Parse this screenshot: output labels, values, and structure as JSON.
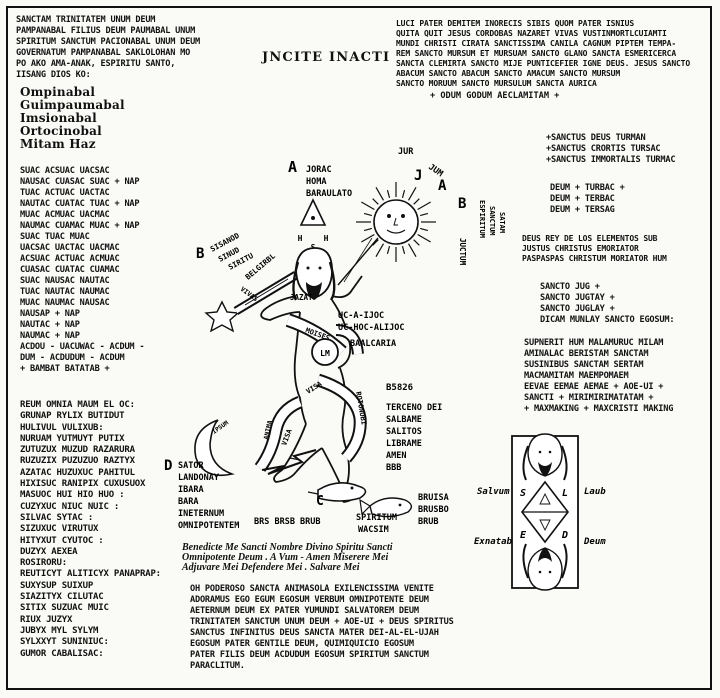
{
  "left_column": {
    "invocation": [
      "SANCTAM TRINITATEM UNUM DEUM",
      "PAMPANABAL FILIUS DEUM PAUMABAL UNUM",
      "SPIRITUM SANCTUM PACIONABAL UNUM DEUM",
      "GOVERNATUM PAMPANABAL SAKLOLOHAN MO",
      "PO AKO AMA-ANAK, ESPIRITU SANTO,",
      "IISANG DIOS KO:"
    ],
    "divine_names": [
      "Ompinabal",
      "Guimpaumabal",
      "Imsionabal",
      "Ortocinobal",
      "Mitam Haz"
    ],
    "suac_list": [
      "SUAC ACSUAC UACSAC",
      "NAUSAC CUASAC SUAC + NAP",
      "TUAC ACTUAC UACTAC",
      "NAUTAC CUATAC TUAC + NAP",
      "MUAC ACMUAC UACMAC",
      "NAUMAC CUAMAC MUAC + NAP",
      "SUAC TUAC MUAC",
      "UACSAC UACTAC UACMAC",
      "ACSUAC ACTUAC ACMUAC",
      "CUASAC CUATAC CUAMAC",
      "SUAC NAUSAC NAUTAC",
      "TUAC NAUTAC NAUMAC",
      "MUAC NAUMAC NAUSAC",
      "NAUSAP + NAP",
      "NAUTAC + NAP",
      "NAUMAC + NAP",
      "ACDOU - UACUWAC - ACDUM -",
      "DUM - ACDUDUM - ACDUM",
      "+ BAMBAT BATATAB +"
    ],
    "reum_list": [
      "REUM OMNIA MAUM EL OC:",
      "GRUNAP RYLIX BUTIDUT",
      "HULIVUL VULIXUB:",
      "NURUAM YUTMUYT PUTIX",
      "ZUTUZUX MUZUD RAZARURA",
      "RUZUZIX PUZUZUO RAZTYX",
      "AZATAC HUZUXUC PAHITUL",
      "HIXISUC RANIPIX CUXUSUOX",
      "MASUOC HUI HIO HUO :",
      "CUZYXUC NIUC NUIC :",
      "SILVAC SYTAC :",
      "SIZUXUC VIRUTUX",
      "HITYXUT CYUTOC :",
      "DUZYX AEXEA",
      "ROSIRORU:",
      "REUTICYT ALITICYX PANAPRAP:",
      "SUXYSUP SUIXUP",
      "SIAZITYX CILUTAC",
      "SITIX SUZUAC MUIC",
      "RIUX JUZYX",
      "JUBYX MYL SYLYM",
      "SYLXXYT SUNINIUC:",
      "GUMOR CABALISAC:"
    ]
  },
  "title": "JNCITE INACTI",
  "right_column": {
    "prayer": [
      "LUCI PATER DEMITEM INORECIS SIBIS QUOM PATER ISNIUS",
      "QUITA QUIT JESUS CORDOBAS NAZARET VIVAS VUSTINMORTLCUIAMTI",
      "MUNDI CHRISTI CIRATA SANCTISSIMA CANILA CAGNUM PIPTEM TEMPA-",
      "REM SANCTO MURSUM ET MURSUAM SANCTO GLANO SANCTA ESMERICERCA",
      "SANCTA CLEMIRTA SANCTO MIJE PUNTICEFIER IGNE DEUS. JESUS SANCTO",
      "ABACUM SANCTO ABACUM SANCTO AMACUM SANCTO MURSUM",
      "SANCTO MORUUM SANCTO MURSULUM SANCTA AURICA"
    ],
    "odum_line": "+ ODUM     GODUM     AECLAMITAM +",
    "sanctus": [
      "+SANCTUS DEUS TURMAN",
      "+SANCTUS CRORTIS TURSAC",
      "+SANCTUS IMMORTALIS TURMAC"
    ],
    "deum": [
      "DEUM + TURBAC +",
      "DEUM + TERBAC",
      "DEUM + TERSAG"
    ],
    "deus_rey": [
      "DEUS REY DE LOS ELEMENTOS SUB",
      "JUSTUS CHRISTUS EMORIATOR",
      "PASPASPAS CHRISTUM MORIATOR HUM"
    ],
    "sancto": [
      "SANCTO JUG +",
      "SANCTO JUGTAY +",
      "SANCTO JUGLAY +",
      "DICAM MUNLAY SANCTO EGOSUM:"
    ],
    "supnerit": [
      "SUPNERIT HUM MALAMURUC MILAM",
      "AMINALAC BERISTAM SANCTAM",
      "SUSINIBUS SANCTAM SERTAM",
      "MACMAMITAM MAEMPOMAEM",
      "EEVAE EEMAE AEMAE + AOE-UI +",
      "SANCTI + MIRIMIRIMATATAM +",
      "+ MAXMAKING + MAXCRISTI MAKING"
    ]
  },
  "diagram": {
    "letter_a": "A",
    "jorac": [
      "JORAC",
      "HOMA",
      "BARAULATO"
    ],
    "jur_jum": [
      "JUR",
      "JUM"
    ],
    "jab": [
      "J",
      "A",
      "B"
    ],
    "juctum": "JUCTUM",
    "spiritum": [
      "ESPIRITUM",
      "SANCTUM",
      "SATAM"
    ],
    "letter_b": "B",
    "sisanod": [
      "SISANOD",
      "SINUD",
      "SIRITU"
    ],
    "belgirel": "BELGIRBL",
    "jazat": "JAZAT",
    "triangle": [
      "H",
      "H",
      "S",
      "B"
    ],
    "uc_lines": [
      "UC-A-IJOC",
      "UC-HOC-ALIJOC"
    ],
    "baalcaria": "BAALCARIA",
    "lm": "LM",
    "rotonobi": "ROTONOBI",
    "body_words": [
      "MOISES",
      "VISA",
      "VISA",
      "ANIMA",
      "VIVAS"
    ],
    "b5826": "B5826",
    "terceno": [
      "TERCENO DEI",
      "SALBAME",
      "SALITOS",
      "LIBRAME",
      "AMEN",
      "BBB"
    ],
    "letter_d": "D",
    "sator": [
      "SATOR",
      "LANDONAY",
      "IBARA",
      "BARA",
      "INETERNUM",
      "OMNIPOTENTEM"
    ],
    "bruisa": [
      "BRUISA",
      "BRUSBO",
      "BRUB"
    ],
    "brs_line": "BRS BRSB BRUB",
    "spiritum_wacsim": [
      "SPIRITUM",
      "WACSIM"
    ],
    "letter_c": "C",
    "moon_text": "IPSUM"
  },
  "benedicte": [
    "Benedicte Me Sancti Nombre Divino Spiritu Sancti",
    "Omnipotente Deum . A Vum - Amen Miserere Mei",
    "Adjuvare Mei Defendere Mei . Salvare Mei"
  ],
  "bottom_prayer": [
    "OH PODEROSO SANCTA ANIMASOLA EXILENCISSIMA VENITE",
    "ADORAMUS EGO EGUM EGOSUM VERBUM OMNIPOTENTE DEUM",
    "AETERNUM DEUM EX PATER YUMUNDI SALVATOREM DEUM",
    "TRINITATEM SANCTUM UNUM DEUM + AOE-UI + DEUS SPIRITUS",
    "SANCTUS INFINITUS DEUS SANCTA MATER DEI-AL-EL-UJAH",
    "EGOSUM PATER GENTILE DEUM, QUIMIQUICIO EGOSUM",
    "PATER FILIS DEUM ACDUDUM EGOSUM SPIRITUM SANCTUM",
    "PARACLITUM."
  ],
  "card": {
    "salvum": "Salvum",
    "laub": "Laub",
    "exnatab": "Exnatab",
    "deum": "Deum",
    "letters": [
      "S",
      "L",
      "E",
      "D"
    ]
  }
}
